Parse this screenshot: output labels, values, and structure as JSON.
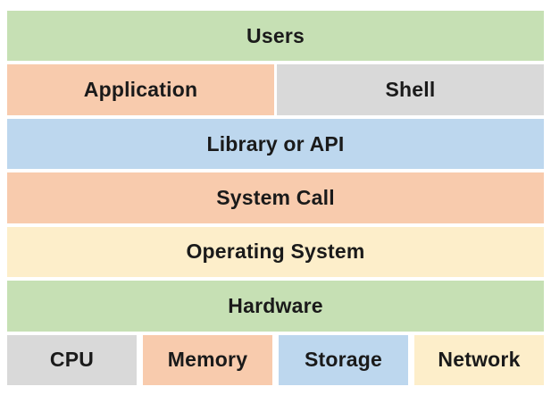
{
  "diagram": {
    "description_colors": {
      "green": "#c6e0b4",
      "orange": "#f8cbad",
      "gray": "#d9d9d9",
      "blue": "#bdd7ee",
      "yellow": "#fdeeca",
      "text": "#1a1a1a",
      "background": "#ffffff"
    },
    "layers": {
      "users": {
        "label": "Users",
        "bg": "#c6e0b4"
      },
      "application": {
        "label": "Application",
        "bg": "#f8cbad"
      },
      "shell": {
        "label": "Shell",
        "bg": "#d9d9d9"
      },
      "library_or_api": {
        "label": "Library or API",
        "bg": "#bdd7ee"
      },
      "system_call": {
        "label": "System Call",
        "bg": "#f8cbad"
      },
      "operating_system": {
        "label": "Operating System",
        "bg": "#fdeeca"
      },
      "hardware": {
        "label": "Hardware",
        "bg": "#c6e0b4"
      },
      "cpu": {
        "label": "CPU",
        "bg": "#d9d9d9"
      },
      "memory": {
        "label": "Memory",
        "bg": "#f8cbad"
      },
      "storage": {
        "label": "Storage",
        "bg": "#bdd7ee"
      },
      "network": {
        "label": "Network",
        "bg": "#fdeeca"
      }
    }
  }
}
